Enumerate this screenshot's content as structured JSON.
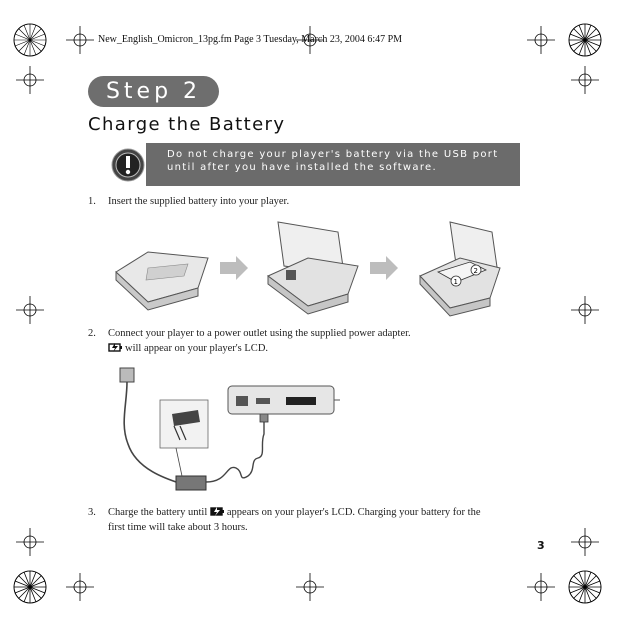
{
  "header": {
    "print_info": "New_English_Omicron_13pg.fm  Page 3  Tuesday, March 23, 2004  6:47 PM"
  },
  "step_badge": {
    "label": "Step 2"
  },
  "section": {
    "title": "Charge the Battery"
  },
  "warning": {
    "text": "Do not charge your player's battery via the USB port until after you have installed the software.",
    "icon": "exclamation-icon"
  },
  "steps": [
    {
      "number": "1.",
      "text": "Insert the supplied battery into your player."
    },
    {
      "number": "2.",
      "text_line1": "Connect your player to a power outlet using the supplied power adapter.",
      "text_line2": "will appear on your player's LCD.",
      "icon": "charging-battery-icon"
    },
    {
      "number": "3.",
      "text_before_icon": "Charge the battery until",
      "text_after_icon": "appears on your player's LCD. Charging your battery for the",
      "text_line2": "first time will take about 3 hours.",
      "icon": "full-battery-icon"
    }
  ],
  "page_number": "3",
  "illustrations": {
    "battery_callouts": [
      "1",
      "2"
    ]
  }
}
